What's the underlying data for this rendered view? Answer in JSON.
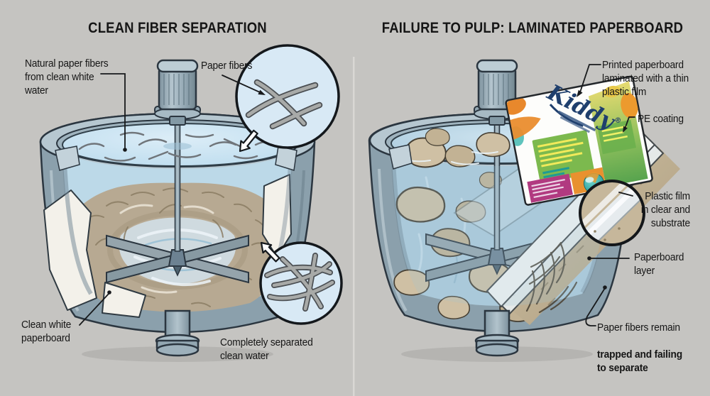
{
  "left": {
    "title": "CLEAN FIBER SEPARATION",
    "labels": {
      "natural_fibers": "Natural paper fibers\nfrom clean white\nwater",
      "paper_fibers": "Paper fibers",
      "clean_white": "Clean white\npaperboard",
      "separated_water": "Completely separated\nclean water"
    }
  },
  "right": {
    "title": "FAILURE TO PULP: LAMINATED PAPERBOARD",
    "labels": {
      "printed": "Printed paperboard\nlaminated with a thin\nplastic film",
      "pe_coating": "PE coating",
      "plastic_film": "Plastic film\nin clear and\nsubstrate",
      "paperboard_layer": "Paperboard\nlayer",
      "fibers_intro": "Paper fibers remain",
      "fibers_bold": "trapped and failing\nto separate"
    },
    "package": {
      "brand": "Kiddy",
      "brand_mark": "®"
    }
  },
  "colors": {
    "background": "#c5c4c1",
    "ink": "#1b1b1b",
    "vat_steel": "#9db0bb",
    "water_left": "#c9e2ef",
    "water_right": "#b5d2e2",
    "pulp_tan": "#b7a992",
    "paperboard_tan": "#c5b69a",
    "package_orange": "#e8882c",
    "package_green": "#7cb94e",
    "package_magenta": "#b13a80",
    "package_teal": "#2fb3ae",
    "brand_navy": "#1f3f6d"
  }
}
